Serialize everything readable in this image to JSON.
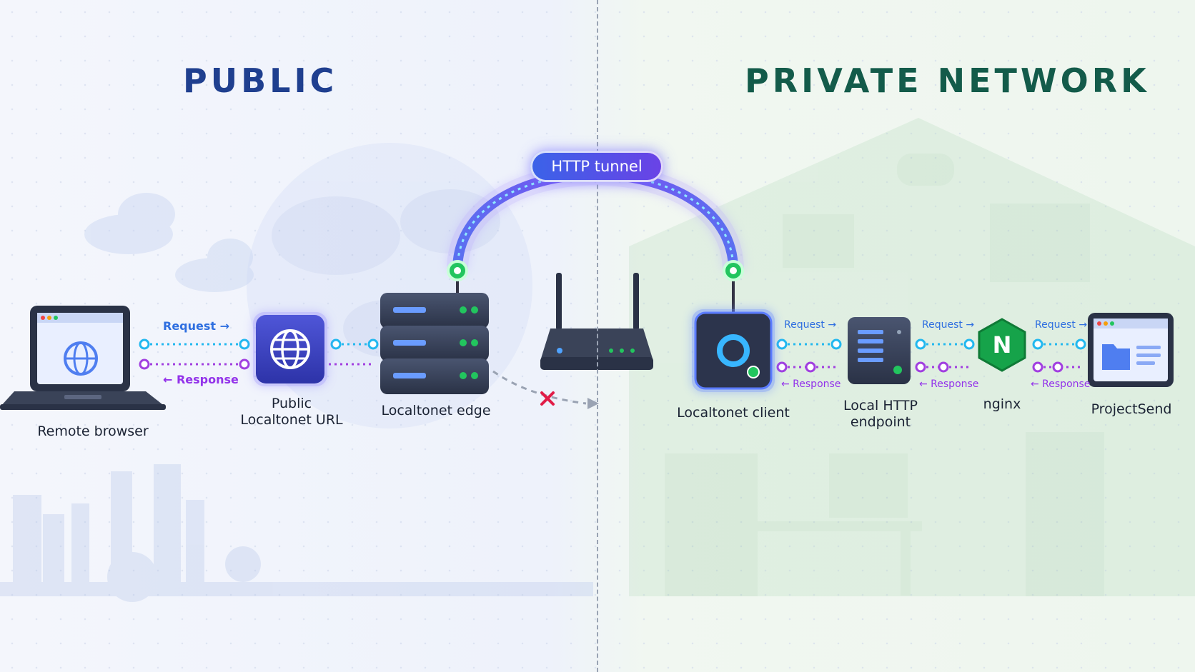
{
  "headings": {
    "public": "PUBLIC",
    "private": "PRIVATE NETWORK"
  },
  "tunnel": {
    "label": "HTTP tunnel"
  },
  "nodes": {
    "remote_browser": "Remote browser",
    "public_url_line1": "Public",
    "public_url_line2": "Localtonet URL",
    "edge": "Localtonet edge",
    "client": "Localtonet client",
    "local_http_line1": "Local HTTP",
    "local_http_line2": "endpoint",
    "nginx": "nginx",
    "projectsend": "ProjectSend",
    "nginx_badge": "N"
  },
  "flows": {
    "request": "Request →",
    "response": "← Response"
  },
  "colors": {
    "public_heading": "#1f3f8f",
    "private_heading": "#135b4a",
    "request_line": "#22b8ef",
    "response_line": "#a13fe0",
    "tunnel_glow": "#7b5cff",
    "endpoint_green": "#22c55e",
    "blocked": "#e11d48"
  },
  "icons": [
    "laptop-icon",
    "globe-icon",
    "server-stack-icon",
    "router-icon",
    "tunnel-client-icon",
    "local-server-icon",
    "nginx-icon",
    "projectsend-window-icon",
    "blocked-x-icon"
  ]
}
